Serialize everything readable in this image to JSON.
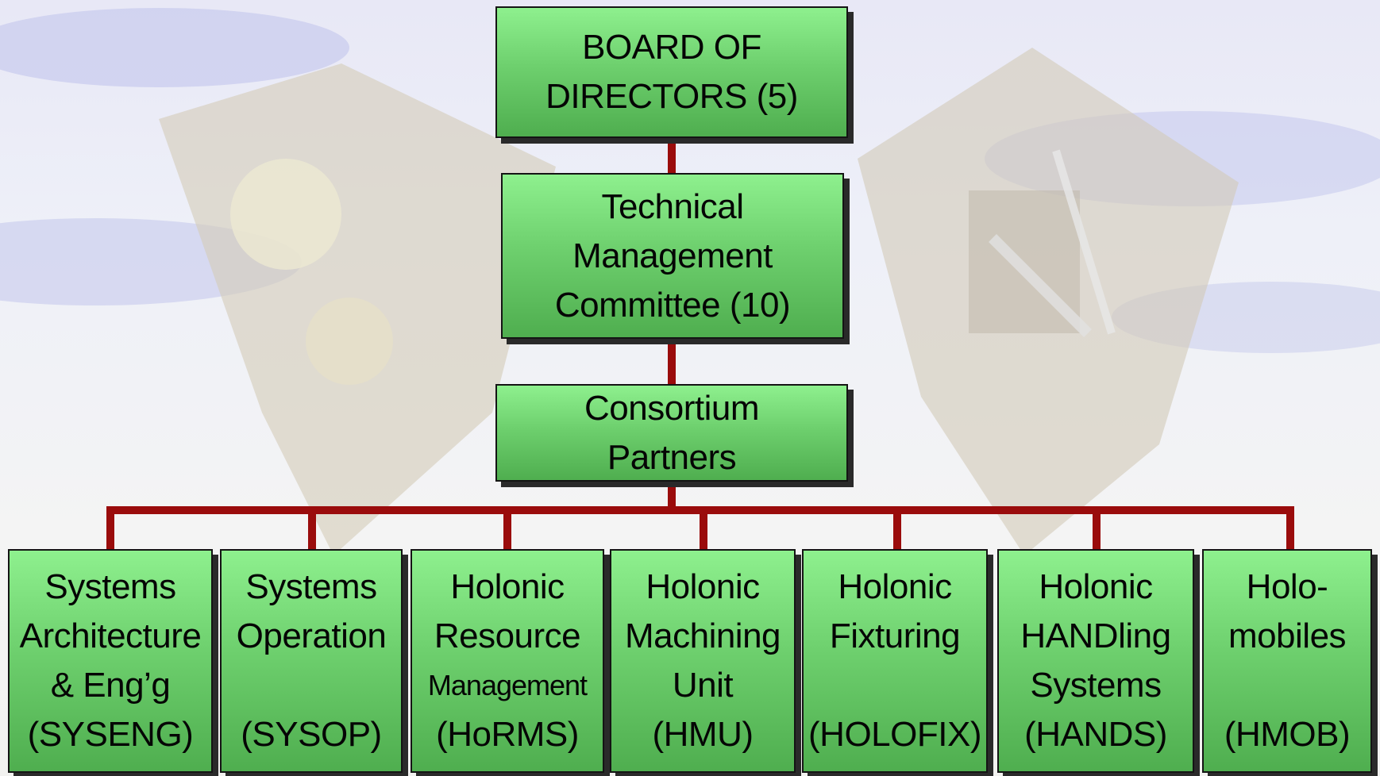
{
  "top": {
    "board": {
      "line1": "BOARD OF",
      "line2": "DIRECTORS (5)"
    },
    "tmc": {
      "line1": "Technical",
      "line2": "Management",
      "line3": "Committee (10)"
    },
    "partners": {
      "line1": "Consortium",
      "line2": "Partners"
    }
  },
  "units": [
    {
      "line1": "Systems",
      "line2": "Architecture",
      "line3": "& Eng’g",
      "line4": "(SYSENG)"
    },
    {
      "line1": "Systems",
      "line2": "Operation",
      "line3": "",
      "line4": "(SYSOP)"
    },
    {
      "line1": "Holonic",
      "line2": "Resource",
      "line3": "Management",
      "line4": "(HoRMS)"
    },
    {
      "line1": "Holonic",
      "line2": "Machining",
      "line3": "Unit",
      "line4": "(HMU)"
    },
    {
      "line1": "Holonic",
      "line2": "Fixturing",
      "line3": "",
      "line4": "(HOLOFIX)"
    },
    {
      "line1": "Holonic",
      "line2": "HANDling",
      "line3": "Systems",
      "line4": "(HANDS)"
    },
    {
      "line1": "Holo-",
      "line2": "mobiles",
      "line3": "",
      "line4": "(HMOB)"
    }
  ],
  "colors": {
    "box": "#6ed06e",
    "connector": "#9a0c0c",
    "shadow": "#2a2a2a"
  }
}
